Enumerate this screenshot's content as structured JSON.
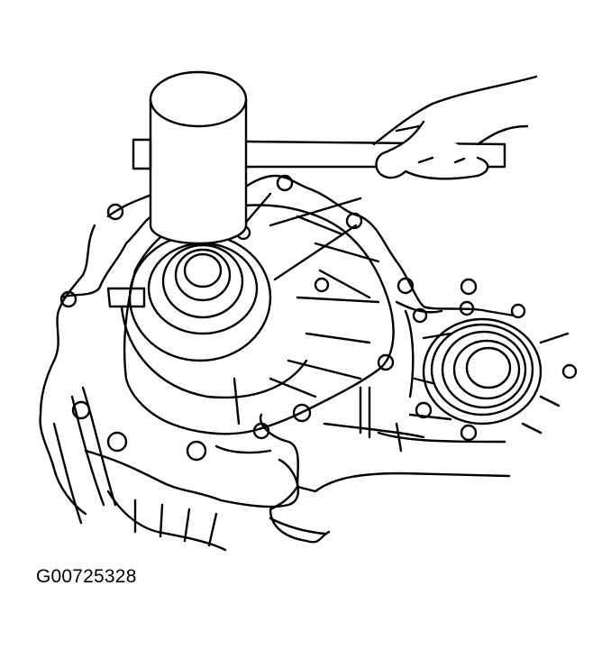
{
  "figure": {
    "caption": "G00725328",
    "description": "Line drawing: mallet striking a bar to seat a case cover on a transmission housing, held by two hands",
    "elements": [
      "plastic-hammer",
      "drift-bar",
      "upper-hand",
      "transmission-case",
      "bearing-retainer-left",
      "bearing-retainer-right",
      "lower-hand",
      "bolt-holes"
    ]
  }
}
